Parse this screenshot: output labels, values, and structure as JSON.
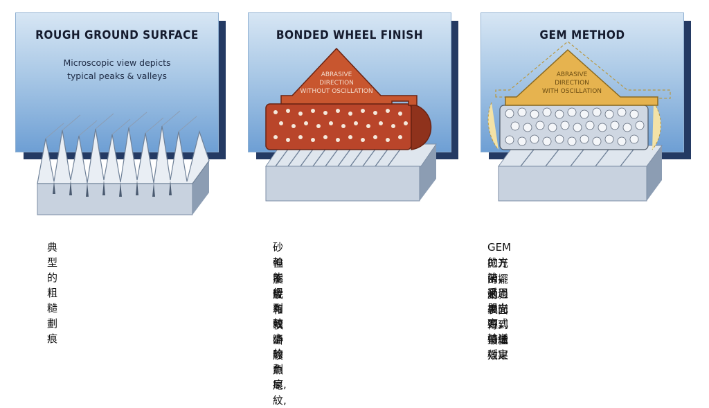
{
  "panels": [
    {
      "title": "ROUGH GROUND SURFACE",
      "subtitle_lines": [
        "Microscopic view depicts",
        "typical peaks & valleys"
      ],
      "caption_lines": [
        "典型的粗糙劃痕"
      ]
    },
    {
      "title": "BONDED WHEEL FINISH",
      "arrow_lines": [
        "ABRASIVE",
        "DIRECTION",
        "WITHOUT OSCILLATION"
      ],
      "caption_lines": [
        "砂輪能得到較小的劃痕,",
        "但不能有效清除魚尾紋,",
        "震紋和橫斷紋"
      ]
    },
    {
      "title": "GEM METHOD",
      "arrow_lines": [
        "ABRASIVE",
        "DIRECTION",
        "WITH OSCILLATION"
      ],
      "caption_lines": [
        "GEM的方法，采用單向方式輸送",
        "拋光帶，通過拋光頭，持續穩定",
        "的擺動，表面得到最佳效果"
      ]
    }
  ],
  "colors": {
    "card_top": "#d7e6f4",
    "card_bottom": "#6e9fd4",
    "card_shadow": "#243a63",
    "bonded_wheel": "#b9452a",
    "gem_arrow": "#e6b34f",
    "gem_belt": "#f3e2a6"
  }
}
